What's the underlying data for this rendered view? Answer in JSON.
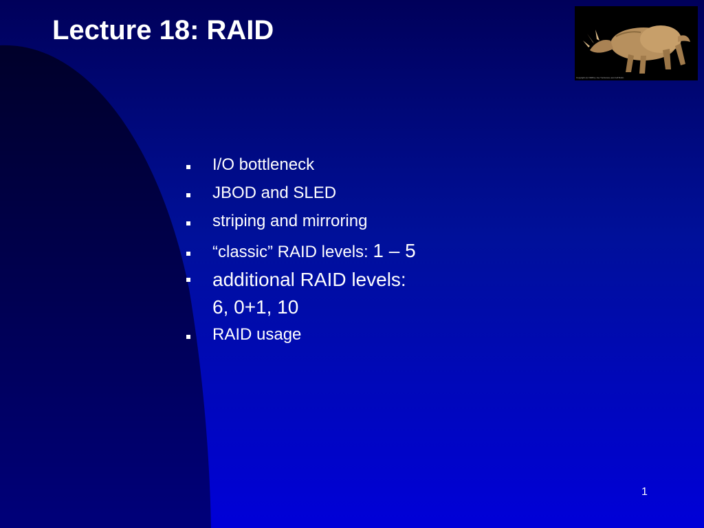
{
  "slide": {
    "title": "Lecture 18: RAID",
    "logo": {
      "icon": "dinosaur-illustration",
      "caption": "Copyright (c) 1998 by Joe Tucciarone and Jeff Rahn"
    },
    "bullets": [
      {
        "text": "I/O bottleneck"
      },
      {
        "text": "JBOD and SLED"
      },
      {
        "text": "striping and mirroring"
      },
      {
        "text": "“classic” RAID levels: ",
        "suffix": "1 – 5"
      },
      {
        "line1": "additional RAID levels:",
        "line2": "6, 0+1, 10"
      },
      {
        "text": "RAID usage"
      }
    ],
    "page_number": "1"
  },
  "colors": {
    "background_top": "#00005a",
    "background_bottom": "#0000d8",
    "arc_fill": "#000048",
    "text": "#ffffff"
  }
}
